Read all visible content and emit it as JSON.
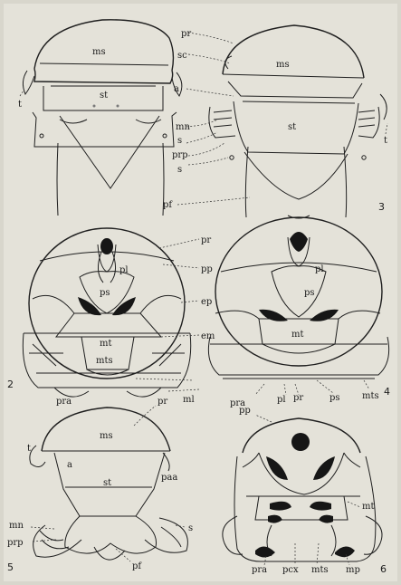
{
  "figures": [
    {
      "number": "2",
      "labels": [
        "pr",
        "pl",
        "pp",
        "ps",
        "ep",
        "mt",
        "em",
        "mts",
        "pra",
        "ml"
      ]
    },
    {
      "number": "3",
      "labels": [
        "pr",
        "sc",
        "ms",
        "a",
        "st",
        "mn",
        "s",
        "prp",
        "s",
        "pf",
        "t"
      ]
    },
    {
      "number": "4",
      "labels": [
        "pl",
        "ps",
        "mt",
        "pra",
        "pl",
        "pr",
        "ps",
        "mts"
      ]
    },
    {
      "number": "5",
      "labels": [
        "pr",
        "ms",
        "t",
        "a",
        "st",
        "paa",
        "mn",
        "prp",
        "pf",
        "s"
      ]
    },
    {
      "number": "6",
      "labels": [
        "pp",
        "mt",
        "pra",
        "pcx",
        "mts",
        "mp"
      ]
    }
  ],
  "fig1_labels": [
    "ms",
    "st",
    "t"
  ],
  "colors": {
    "paper": "#d8d6cc",
    "ink": "#1a1a1a",
    "fill": "#161616"
  }
}
